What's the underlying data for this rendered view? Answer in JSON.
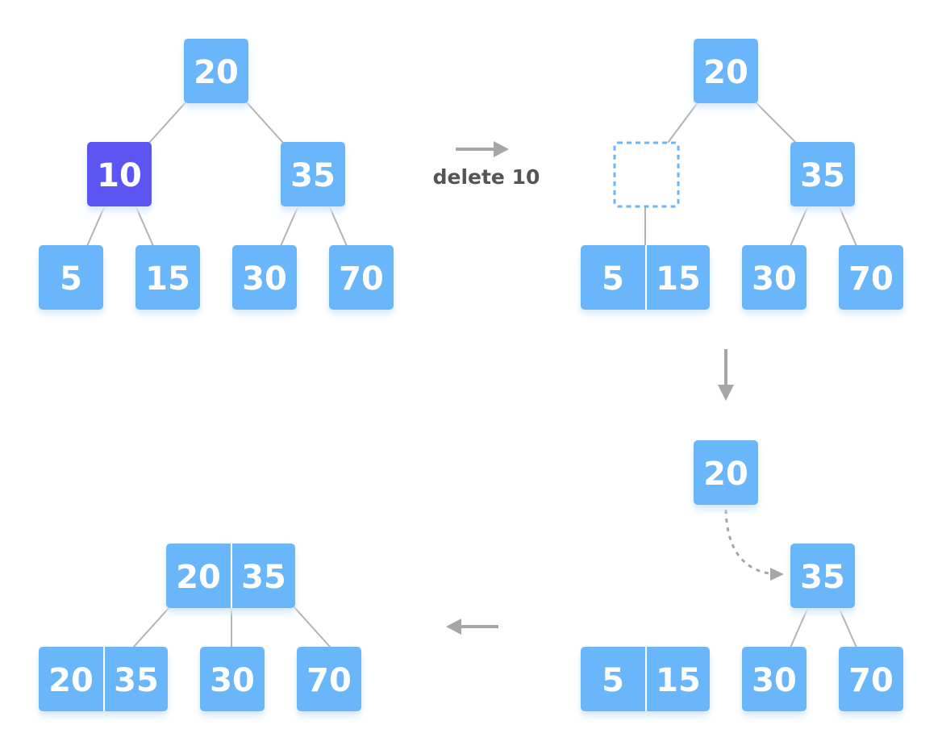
{
  "colors": {
    "node": "#6bb6fb",
    "node_highlight": "#5b55f2",
    "node_shadow": "#d8ebfd",
    "empty_outline": "#6bb6fb",
    "edge": "#b3b3b3",
    "arrow": "#a6a6a6",
    "caption": "#555555"
  },
  "step_caption": "delete 10",
  "trees": {
    "original": {
      "root": "20",
      "left": "10",
      "right": "35",
      "leaves": [
        "5",
        "15",
        "30",
        "70"
      ]
    },
    "after_delete": {
      "root": "20",
      "right": "35",
      "merged_leaf": [
        "5",
        "15"
      ],
      "leaves": [
        "30",
        "70"
      ]
    },
    "merge_step": {
      "root": "20",
      "right": "35",
      "merged_leaf": [
        "5",
        "15"
      ],
      "leaves": [
        "30",
        "70"
      ]
    },
    "result": {
      "root": [
        "20",
        "35"
      ],
      "merged_leaf": [
        "20",
        "35"
      ],
      "leaves": [
        "30",
        "70"
      ]
    }
  }
}
